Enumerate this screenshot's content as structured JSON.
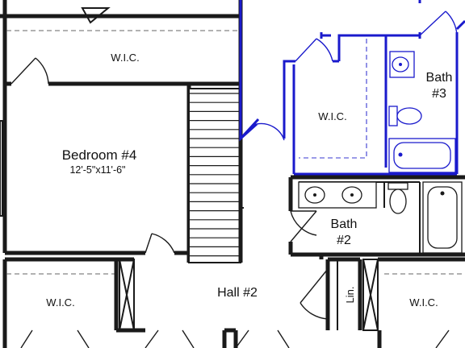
{
  "rooms": {
    "top_wic": "W.I.C.",
    "bedroom4": "Bedroom #4",
    "bedroom4_size": "12'-5\"x11'-6\"",
    "mid_wic": "W.I.C.",
    "bath3_line1": "Bath",
    "bath3_line2": "#3",
    "bath2_line1": "Bath",
    "bath2_line2": "#2",
    "hall2": "Hall #2",
    "left_wic": "W.I.C.",
    "right_wic": "W.I.C.",
    "linen": "Lin."
  },
  "colors": {
    "wall": "#1a1a1a",
    "highlight": "#1a1acc"
  }
}
